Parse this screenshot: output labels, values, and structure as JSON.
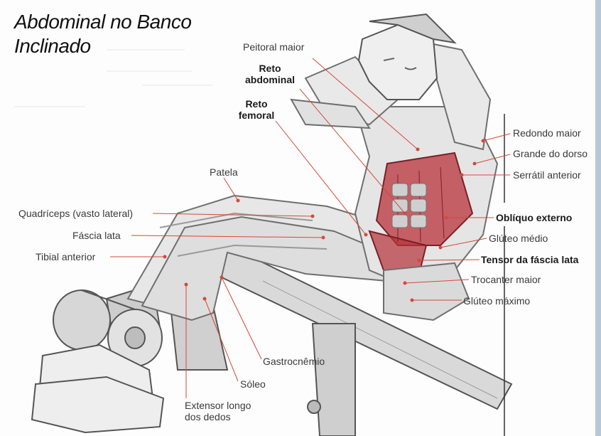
{
  "title": {
    "line1": "Abdominal no Banco",
    "line2": "Inclinado"
  },
  "labels": {
    "peitoral_maior": "Peitoral maior",
    "reto_abdominal_1": "Reto",
    "reto_abdominal_2": "abdominal",
    "reto_femoral_1": "Reto",
    "reto_femoral_2": "femoral",
    "patela": "Patela",
    "quadriceps": "Quadríceps (vasto lateral)",
    "fascia_lata": "Fáscia lata",
    "tibial_anterior": "Tibial anterior",
    "redondo_maior": "Redondo maior",
    "grande_dorso": "Grande do dorso",
    "serratil_anterior": "Serrátil anterior",
    "obliquo_externo": "Oblíquo externo",
    "gluteo_medio": "Glúteo médio",
    "tensor_fascia_lata": "Tensor da fáscia lata",
    "trocanter_maior": "Trocanter maior",
    "gluteo_maximo": "Glúteo máximo",
    "gastrocnemio": "Gastrocnêmio",
    "soleo": "Sóleo",
    "extensor_1": "Extensor longo",
    "extensor_2": "dos dedos"
  },
  "colors": {
    "leader": "#d24a3a",
    "muscle_highlight": "#b7323a",
    "sketch": "#6f6f6f",
    "bracket": "#333333"
  }
}
